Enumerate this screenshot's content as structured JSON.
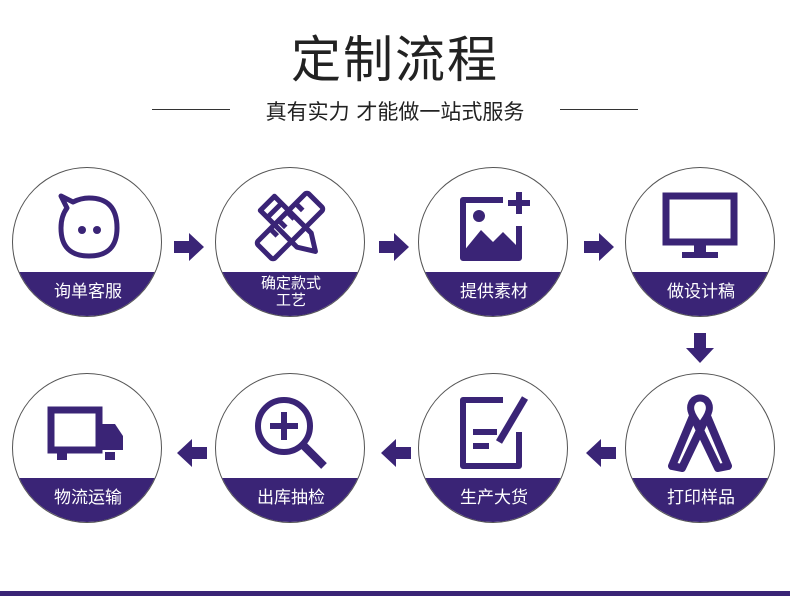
{
  "title": "定制流程",
  "subtitle": "真有实力 才能做一站式服务",
  "colors": {
    "accent": "#3a2476",
    "text": "#222222"
  },
  "steps": [
    {
      "label": "询单客服",
      "icon": "chat-bubble-icon"
    },
    {
      "label": "确定款式\n工艺",
      "icon": "ruler-pencil-icon"
    },
    {
      "label": "提供素材",
      "icon": "add-image-icon"
    },
    {
      "label": "做设计稿",
      "icon": "monitor-icon"
    },
    {
      "label": "打印样品",
      "icon": "ribbon-icon"
    },
    {
      "label": "生产大货",
      "icon": "edit-document-icon"
    },
    {
      "label": "出库抽检",
      "icon": "zoom-in-icon"
    },
    {
      "label": "物流运输",
      "icon": "delivery-truck-icon"
    }
  ]
}
